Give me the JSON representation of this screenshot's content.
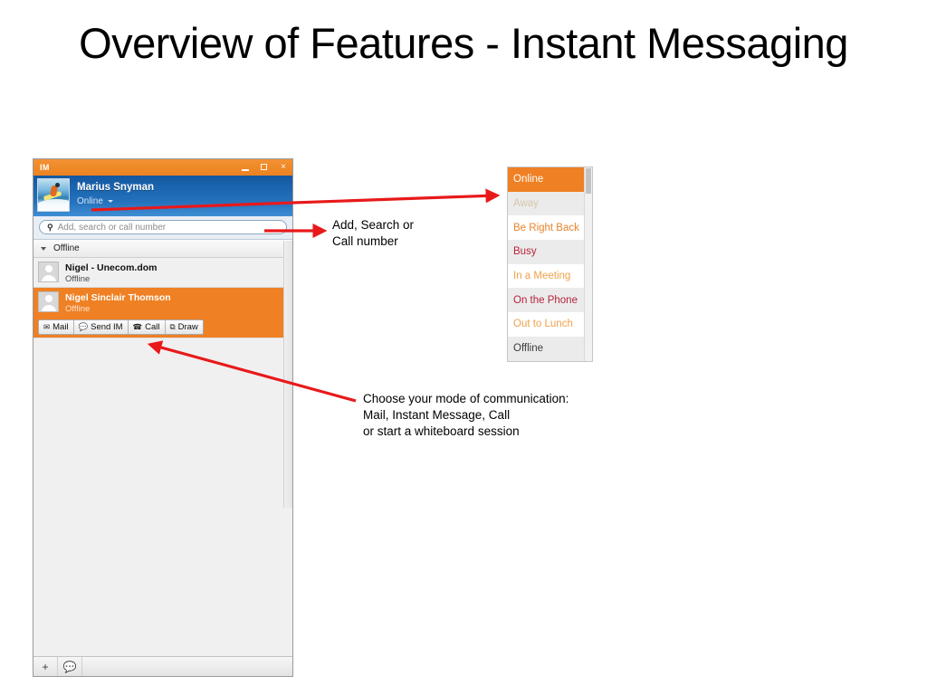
{
  "slide": {
    "title": "Overview of Features - Instant Messaging"
  },
  "im_window": {
    "titlebar": {
      "title": "IM",
      "minimize_label": "minimize",
      "maximize_label": "maximize",
      "close_label": "×"
    },
    "profile": {
      "name": "Marius Snyman",
      "status": "Online",
      "avatar_alt": "surfer-photo"
    },
    "search": {
      "placeholder": "Add, search or call number",
      "icon": "search-icon"
    },
    "group": {
      "label": "Offline",
      "expanded": true
    },
    "contacts": [
      {
        "name": "Nigel - Unecom.dom",
        "presence": "Offline",
        "selected": false
      },
      {
        "name": "Nigel Sinclair Thomson",
        "presence": "Offline",
        "selected": true
      }
    ],
    "actions": [
      {
        "label": "Mail",
        "icon": "envelope-icon",
        "glyph": "✉"
      },
      {
        "label": "Send IM",
        "icon": "speech-bubble-icon",
        "glyph": "●"
      },
      {
        "label": "Call",
        "icon": "phone-icon",
        "glyph": "☎"
      },
      {
        "label": "Draw",
        "icon": "whiteboard-icon",
        "glyph": "⧉"
      }
    ],
    "bottom_bar": [
      {
        "label": "+",
        "icon": "add-contact-icon"
      },
      {
        "label": "●",
        "icon": "conversations-icon"
      }
    ]
  },
  "status_menu": {
    "items": [
      {
        "label": "Online",
        "color": "#ffffff",
        "bg": "#ef8024",
        "selected": true
      },
      {
        "label": "Away",
        "color": "#d7c7a8",
        "bg": "#ebebeb",
        "selected": false
      },
      {
        "label": "Be Right Back",
        "color": "#e8842a",
        "bg": "#ffffff",
        "selected": false
      },
      {
        "label": "Busy",
        "color": "#b8233a",
        "bg": "#ebebeb",
        "selected": false
      },
      {
        "label": "In a Meeting",
        "color": "#f0a14a",
        "bg": "#ffffff",
        "selected": false
      },
      {
        "label": "On the Phone",
        "color": "#b8233a",
        "bg": "#ebebeb",
        "selected": false
      },
      {
        "label": "Out to Lunch",
        "color": "#f0a14a",
        "bg": "#ffffff",
        "selected": false
      },
      {
        "label": "Offline",
        "color": "#3a3a3a",
        "bg": "#ebebeb",
        "selected": false
      }
    ]
  },
  "annotations": {
    "search_note": "Add, Search or\nCall number",
    "modes_note": "Choose your mode of communication:\nMail, Instant Message, Call\nor start a whiteboard session",
    "arrow_color": "#e8191b"
  }
}
